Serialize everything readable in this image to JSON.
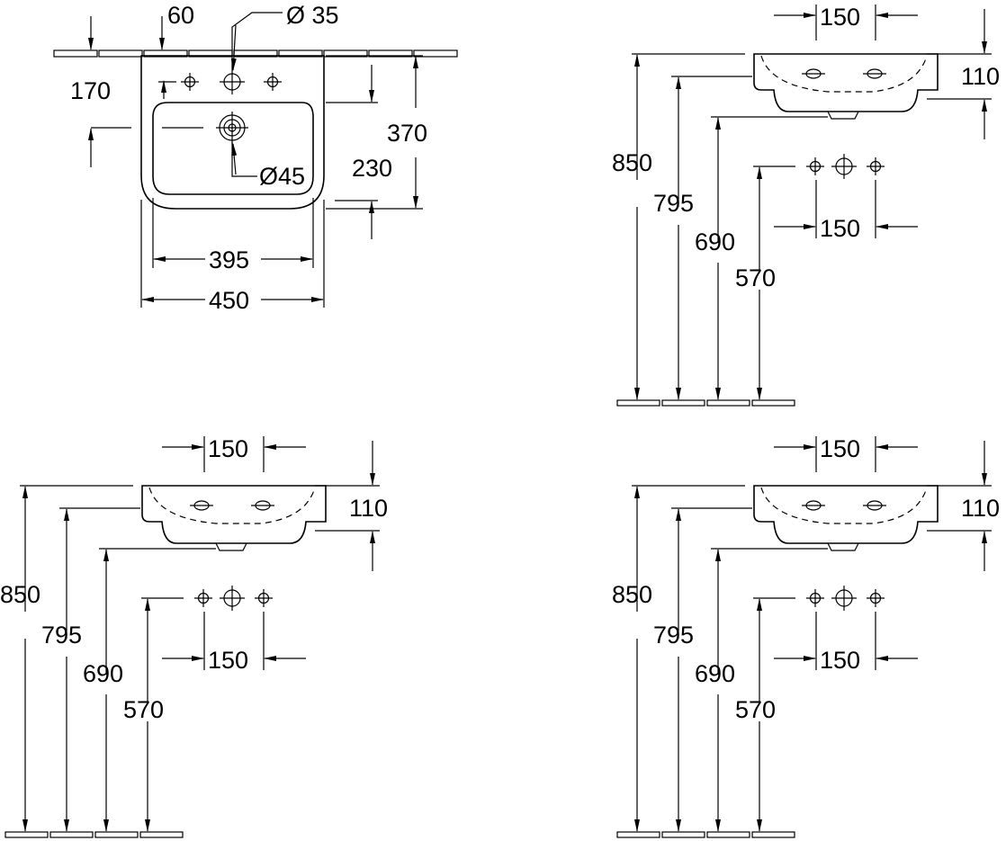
{
  "top_view": {
    "dim_60": "60",
    "dim_dia35": "Ø 35",
    "dim_170": "170",
    "dim_370": "370",
    "dim_230": "230",
    "dim_dia45": "Ø45",
    "dim_395": "395",
    "dim_450": "450"
  },
  "side_views": [
    {
      "dim_150_top": "150",
      "dim_110": "110",
      "dim_850": "850",
      "dim_795": "795",
      "dim_690": "690",
      "dim_570": "570",
      "dim_150_bottom": "150"
    },
    {
      "dim_150_top": "150",
      "dim_110": "110",
      "dim_850": "850",
      "dim_795": "795",
      "dim_690": "690",
      "dim_570": "570",
      "dim_150_bottom": "150"
    },
    {
      "dim_150_top": "150",
      "dim_110": "110",
      "dim_850": "850",
      "dim_795": "795",
      "dim_690": "690",
      "dim_570": "570",
      "dim_150_bottom": "150"
    }
  ]
}
